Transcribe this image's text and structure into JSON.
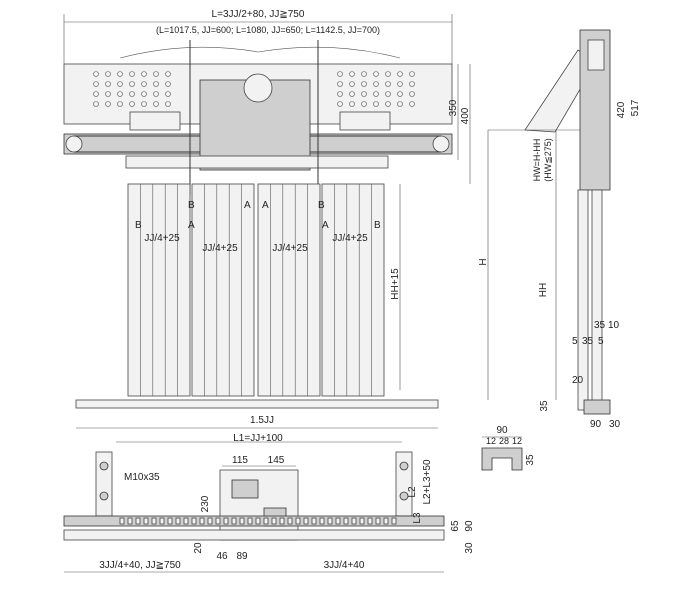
{
  "labels": {
    "top_width": "L=3JJ/2+80, JJ≧750",
    "top_variants": "(L=1017.5, JJ=600; L=1080, JJ=650; L=1142.5, JJ=700)",
    "h350": "350",
    "h400": "400",
    "hh15": "HH+15",
    "jj_a": "JJ/4+25",
    "jj_b": "JJ/4+25",
    "jj_c": "JJ/4+25",
    "jj_d": "JJ/4+25",
    "b1": "B",
    "b2": "B",
    "a1": "A",
    "a2": "A",
    "a3": "A",
    "b3": "B",
    "a4": "A",
    "b4": "B",
    "sill": "1.5JJ",
    "side_420": "420",
    "side_517": "517",
    "side_hw": "HW=H-HH",
    "side_hw2": "(HW≦275)",
    "side_H": "H",
    "side_HH": "HH",
    "side_35a": "35",
    "side_10": "10",
    "side_5a": "5",
    "side_35b": "35",
    "side_5b": "5",
    "side_20": "20",
    "side_35c": "35",
    "side_90": "90",
    "side_30": "30",
    "prof_90": "90",
    "prof_12a": "12",
    "prof_28": "28",
    "prof_12b": "12",
    "prof_35": "35",
    "bot_L1": "L1=JJ+100",
    "bot_115": "115",
    "bot_145": "145",
    "bot_m10": "M10x35",
    "bot_230": "230",
    "bot_L2": "L2",
    "bot_L2b": "L2+L3+50",
    "bot_L3": "L3",
    "bot_65": "65",
    "bot_90": "90",
    "bot_30": "30",
    "bot_20": "20",
    "bot_46": "46",
    "bot_89": "89",
    "bot_left": "3JJ/4+40, JJ≧750",
    "bot_right": "3JJ/4+40"
  }
}
